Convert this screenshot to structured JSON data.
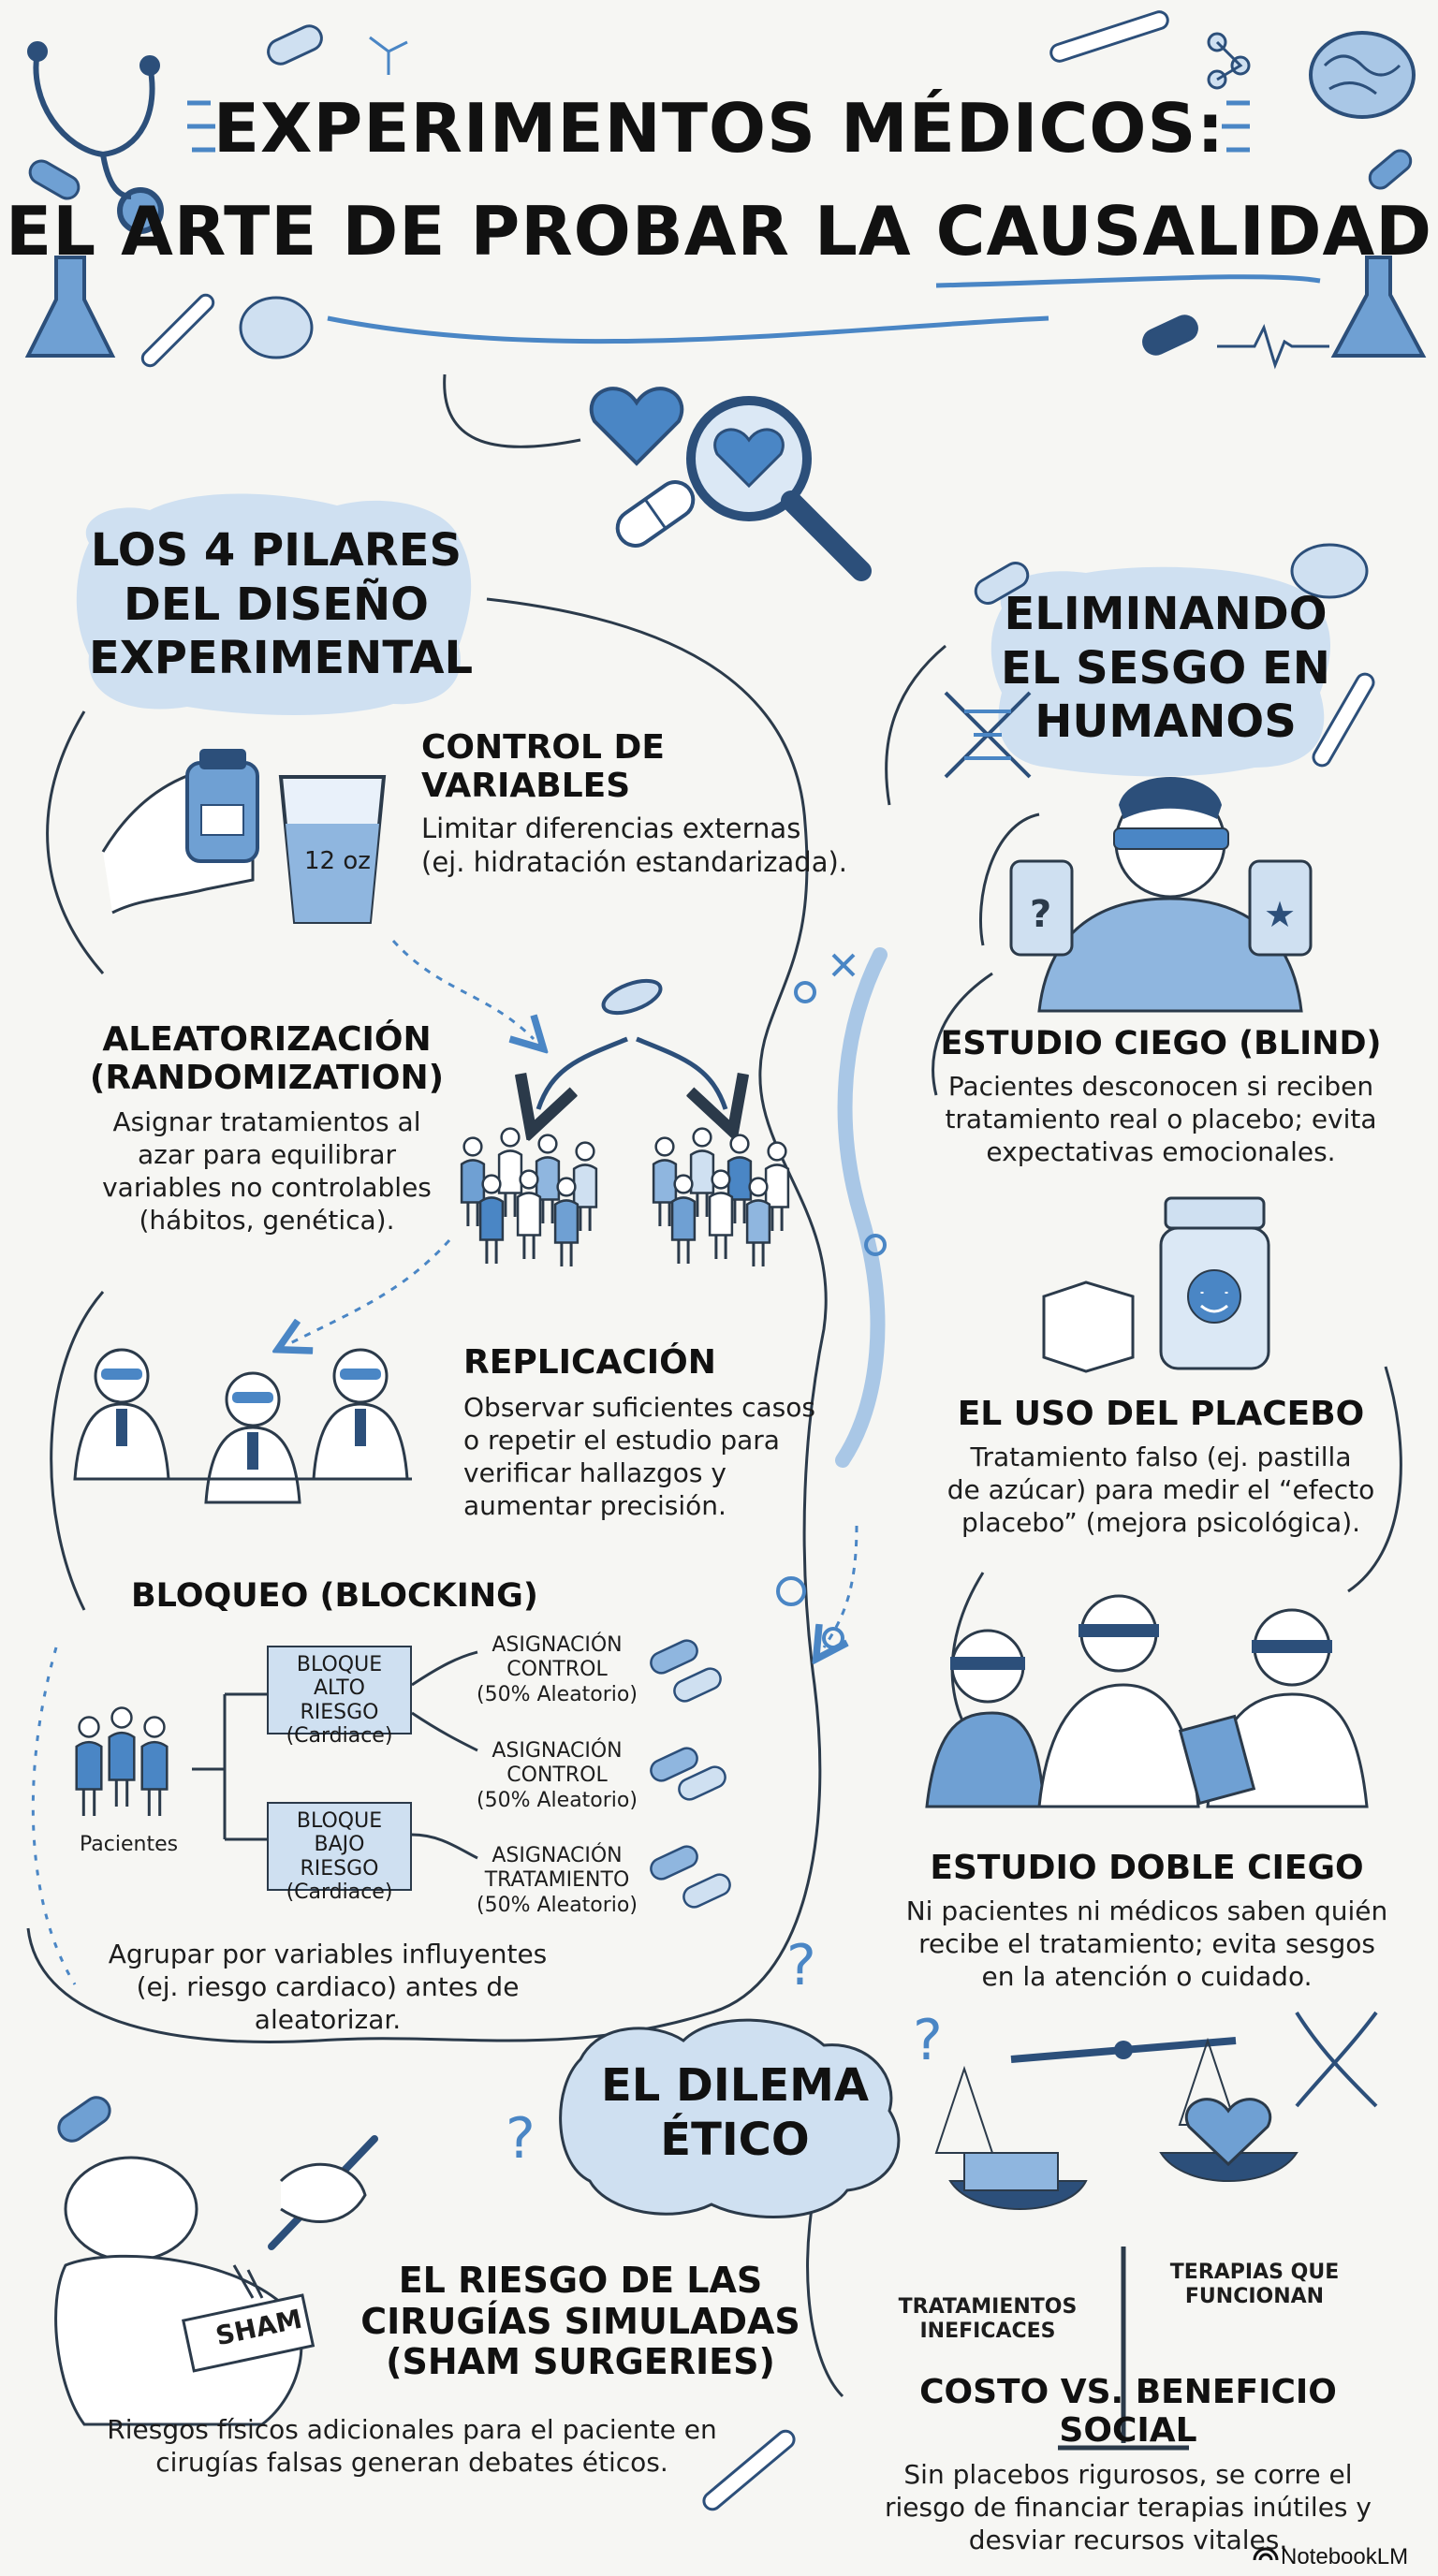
{
  "header": {
    "title_line1": "EXPERIMENTOS MÉDICOS:",
    "title_line2": "EL ARTE DE PROBAR LA CAUSALIDAD"
  },
  "pillars": {
    "heading": [
      "LOS 4 PILARES",
      "DEL DISEÑO",
      "EXPERIMENTAL"
    ],
    "control": {
      "title": [
        "CONTROL DE",
        "VARIABLES"
      ],
      "text": [
        "Limitar diferencias externas",
        "(ej. hidratación estandarizada)."
      ],
      "glass_label": "12 oz"
    },
    "randomization": {
      "title": [
        "ALEATORIZACIÓN",
        "(RANDOMIZATION)"
      ],
      "text": [
        "Asignar tratamientos al",
        "azar para equilibrar",
        "variables no controlables",
        "(hábitos, genética)."
      ]
    },
    "replication": {
      "title": "REPLICACIÓN",
      "text": [
        "Observar suficientes casos",
        "o repetir el estudio para",
        "verificar hallazgos y",
        "aumentar precisión."
      ]
    },
    "blocking": {
      "title": "BLOQUEO (BLOCKING)",
      "patients_label": "Pacientes",
      "block_high": [
        "BLOQUE",
        "ALTO RIESGO",
        "(Cardiace)"
      ],
      "block_low": [
        "BLOQUE",
        "BAJO RIESGO",
        "(Cardiace)"
      ],
      "assignments": [
        [
          "ASIGNACIÓN",
          "CONTROL",
          "(50% Aleatorio)"
        ],
        [
          "ASIGNACIÓN",
          "CONTROL",
          "(50% Aleatorio)"
        ],
        [
          "ASIGNACIÓN",
          "TRATAMIENTO",
          "(50% Aleatorio)"
        ]
      ],
      "text": [
        "Agrupar por variables influyentes",
        "(ej. riesgo cardiaco) antes de",
        "aleatorizar."
      ]
    }
  },
  "bias": {
    "heading": [
      "ELIMINANDO",
      "EL SESGO EN",
      "HUMANOS"
    ],
    "blind": {
      "title": "ESTUDIO CIEGO (BLIND)",
      "text": [
        "Pacientes desconocen si reciben",
        "tratamiento real o placebo; evita",
        "expectativas emocionales."
      ]
    },
    "placebo": {
      "title": "EL USO DEL PLACEBO",
      "text": [
        "Tratamiento falso (ej. pastilla",
        "de azúcar) para medir el “efecto",
        "placebo” (mejora psicológica)."
      ]
    },
    "double_blind": {
      "title": "ESTUDIO DOBLE CIEGO",
      "text": [
        "Ni pacientes ni médicos saben quién",
        "recibe el tratamiento; evita sesgos",
        "en la atención o cuidado."
      ]
    }
  },
  "ethics": {
    "heading": [
      "EL DILEMA",
      "ÉTICO"
    ],
    "sham": {
      "label": "SHAM",
      "title": [
        "EL RIESGO DE LAS",
        "CIRUGÍAS SIMULADAS",
        "(SHAM SURGERIES)"
      ],
      "text": [
        "Riesgos físicos adicionales para el paciente en",
        "cirugías falsas generan debates éticos."
      ]
    },
    "cost": {
      "left_pan": [
        "TRATAMIENTOS",
        "INEFICACES"
      ],
      "right_pan": [
        "TERAPIAS QUE",
        "FUNCIONAN"
      ],
      "title": "COSTO VS. BENEFICIO SOCIAL",
      "text": [
        "Sin placebos rigurosos, se corre el",
        "riesgo de financiar terapias inútiles y",
        "desviar recursos vitales."
      ]
    }
  },
  "footer": {
    "brand": "NotebookLM"
  },
  "colors": {
    "accent": "#4a86c5",
    "light": "#cfe0f1",
    "ink": "#1a1a1a",
    "dark_blue": "#2c4f7a"
  }
}
